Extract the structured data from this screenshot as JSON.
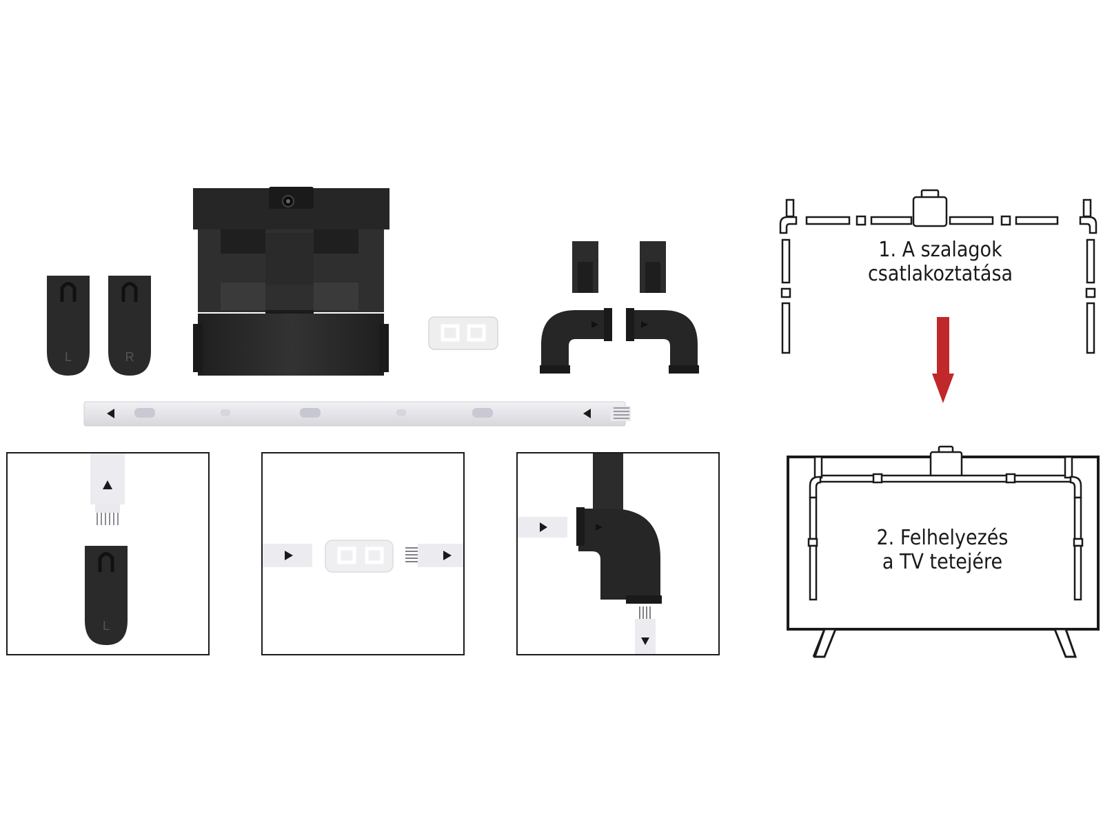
{
  "caps": {
    "left_letter": "L",
    "right_letter": "R"
  },
  "step1": {
    "line1": "1. A szalagok",
    "line2": "csatlakoztatása"
  },
  "step2": {
    "line1": "2. Felhelyezés",
    "line2": "a TV tetejére"
  },
  "colors": {
    "part_dark": "#2b2b2b",
    "part_shade": "#1d1d1d",
    "strip": "#e9e9ee",
    "outline": "#1a1a1a",
    "arrow_red": "#c0282b"
  },
  "icons": {
    "direction_arrow": "triangle",
    "down_arrow": "red-arrow-down"
  }
}
